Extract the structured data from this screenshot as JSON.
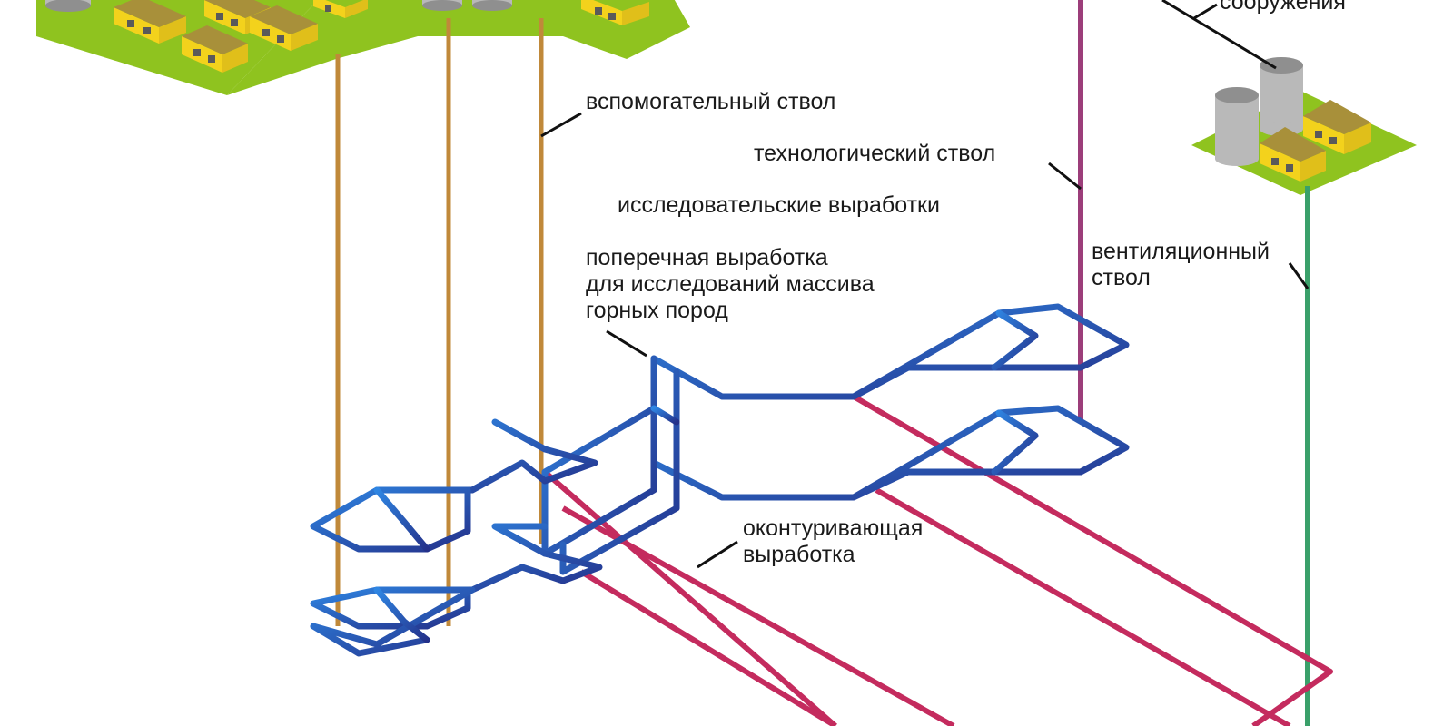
{
  "labels": {
    "structures_partial": "сооружения",
    "auxiliary_shaft": "вспомогательный ствол",
    "technological_shaft": "технологический ствол",
    "research_workings": "исследовательские выработки",
    "cross_working_l1": "поперечная выработка",
    "cross_working_l2": "для исследований массива",
    "cross_working_l3": "горных пород",
    "ventilation_shaft_l1": "вентиляционный",
    "ventilation_shaft_l2": "ствол",
    "contour_working_l1": "оконтуривающая",
    "contour_working_l2": "выработка"
  },
  "colors": {
    "ground": "#8fc31f",
    "house_front": "#f3d21c",
    "house_roof": "#a8903a",
    "house_side": "#e0bf1a",
    "silo": "#b9b9b9",
    "silo_top": "#8f8f8f",
    "aux_shaft": "#c0893a",
    "tech_shaft": "#9c3e7a",
    "vent_shaft": "#3aa06a",
    "workings_blue": "#2b70d0",
    "workings_blue_dark": "#24318a",
    "contour_red": "#c42b5e",
    "leader_line": "#111111"
  }
}
